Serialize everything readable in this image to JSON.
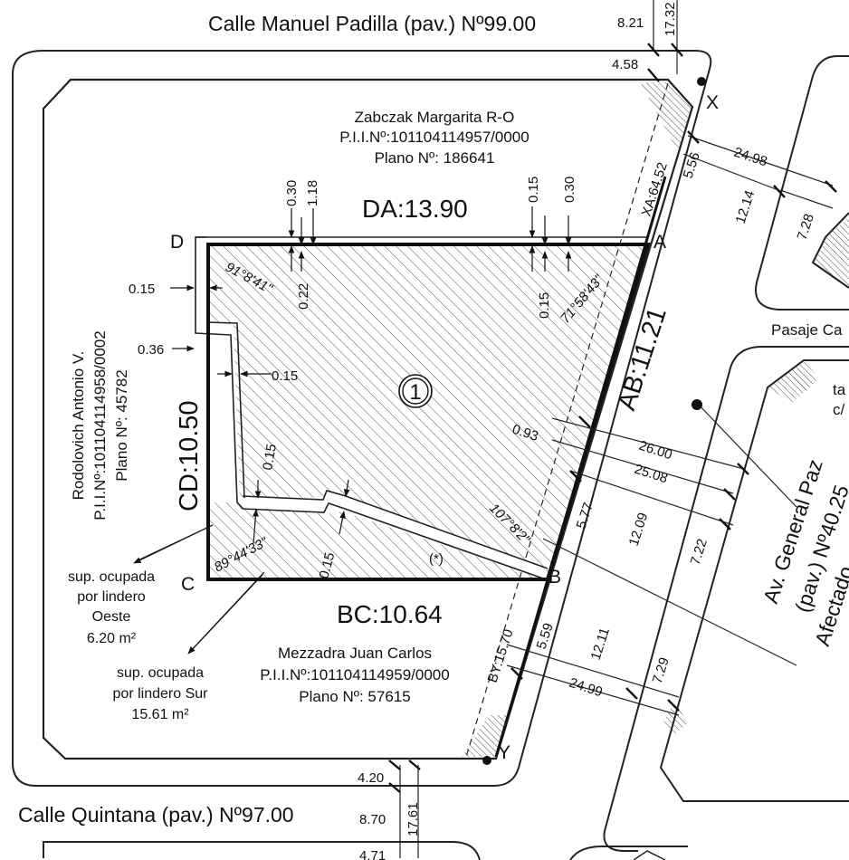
{
  "streets": {
    "north": "Calle Manuel Padilla (pav.) Nº99.00",
    "south": "Calle Quintana (pav.) Nº97.00",
    "east": "Av. General Paz",
    "east_number": "(pav.) Nº40.25",
    "passage": "Pasaje Ca",
    "affected": "Afectado",
    "cut_a": "ta",
    "cut_b": "c/"
  },
  "corners": {
    "A": "A",
    "B": "B",
    "C": "C",
    "D": "D",
    "X": "X",
    "Y": "Y"
  },
  "sides": {
    "DA": "DA:13.90",
    "AB": "AB:11.21",
    "BC": "BC:10.64",
    "CD": "CD:10.50"
  },
  "parcel_number": "1",
  "asterisk": "(*)",
  "owners": {
    "north": [
      "Zabczak Margarita R-O",
      "P.I.I.Nº:101104114957/0000",
      "Plano Nº: 186641"
    ],
    "west": [
      "Rodolovich Antonio V.",
      "P.I.I.Nº:101104114958/0002",
      "Plano Nº: 45782"
    ],
    "south": [
      "Mezzadra Juan Carlos",
      "P.I.I.Nº:101104114959/0000",
      "Plano Nº: 57615"
    ]
  },
  "notes": {
    "west": [
      "sup. ocupada",
      "por lindero",
      "Oeste",
      "6.20 m²"
    ],
    "south": [
      "sup. ocupada",
      "por lindero Sur",
      "15.61 m²"
    ]
  },
  "angles": {
    "D": "91°8'41\"",
    "A": "71°58'43\"",
    "C": "89°44'33\"",
    "B": "107°8'2\""
  },
  "dims": {
    "top_8_21": "8.21",
    "top_17_32": "17.32",
    "top_4_58": "4.58",
    "xa": "XA:64.52",
    "d_5_56": "5.56",
    "d_24_98": "24.98",
    "d_12_14": "12.14",
    "d_7_28": "7.28",
    "n_0_30a": "0.30",
    "n_1_18": "1.18",
    "n_0_15a": "0.15",
    "n_0_30b": "0.30",
    "n_0_22": "0.22",
    "n_0_15b": "0.15",
    "w_0_15": "0.15",
    "w_0_36": "0.36",
    "w_0_15b": "0.15",
    "w_0_15c": "0.15",
    "s_0_15": "0.15",
    "e_0_93": "0.93",
    "e_26_00": "26.00",
    "e_25_08": "25.08",
    "e_5_77": "5.77",
    "e_12_09": "12.09",
    "e_7_22": "7.22",
    "by": "BY:15.70",
    "e_5_59": "5.59",
    "e_12_11": "12.11",
    "e_7_29": "7.29",
    "e_24_99": "24.99",
    "b_4_20": "4.20",
    "b_8_70": "8.70",
    "b_17_61": "17.61",
    "b_4_71": "4.71"
  }
}
